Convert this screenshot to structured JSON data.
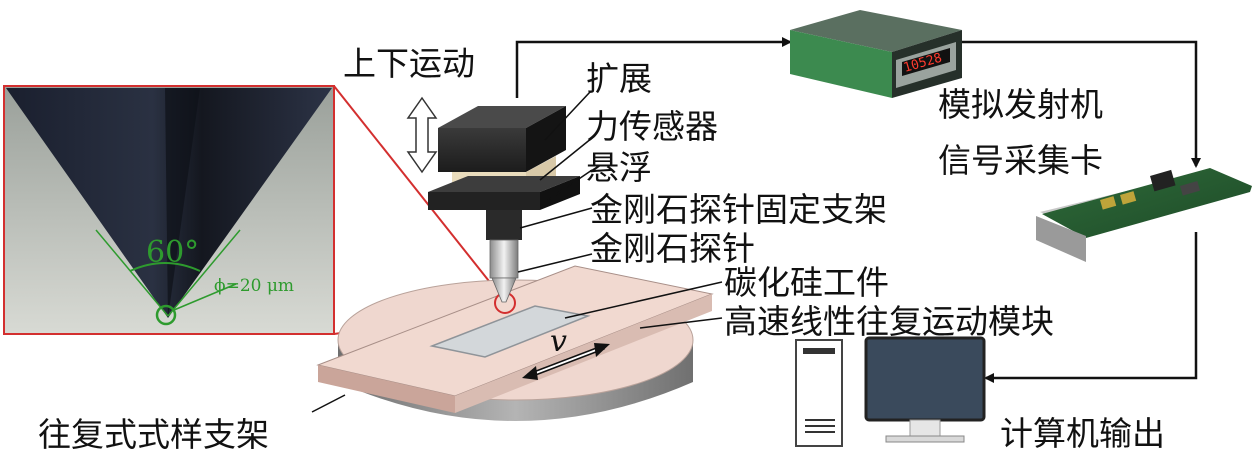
{
  "labels": {
    "up_down_motion": "上下运动",
    "expansion": "扩展",
    "force_sensor": "力传感器",
    "suspension": "悬浮",
    "probe_holder": "金刚石探针固定支架",
    "diamond_probe": "金刚石探针",
    "workpiece": "碳化硅工件",
    "linear_module": "高速线性往复运动模块",
    "sample_holder": "往复式式样支架",
    "analog_transmitter": "模拟发射机",
    "daq_card": "信号采集卡",
    "computer_output": "计算机输出",
    "velocity": "v"
  },
  "inset": {
    "angle": "60°",
    "diameter": "ϕ=20 μm"
  },
  "meter": {
    "display_value": "10528"
  },
  "colors": {
    "zoom_box": "#d32f2f",
    "angle_annotation": "#2e9b2e",
    "arrow": "#111111",
    "base_plate": "#f1d9d0",
    "workpiece": "#cfd3d6",
    "monitor": "#3a4a5c"
  }
}
